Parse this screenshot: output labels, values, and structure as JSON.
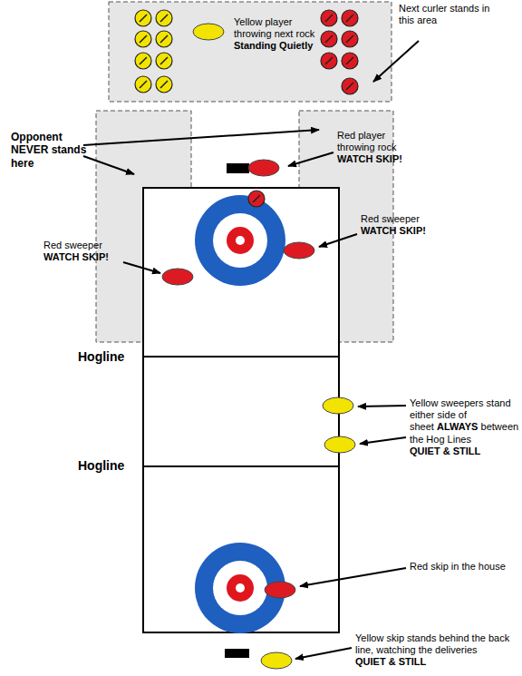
{
  "diagram": {
    "nodes": [
      {
        "text": [
          "Yellow player throwing next rock",
          "Standing Quietly"
        ]
      }
    ],
    "labels": [
      "Next curler stands in this area",
      "Opponent NEVER stands here",
      "Red player throwing rock",
      "WATCH SKIP!",
      "Red sweeper",
      "WATCH SKIP!",
      "Red sweeper",
      "WATCH SKIP!",
      "Hogline",
      "Hogline",
      "Yellow sweepers stand either side of sheet",
      "ALWAYS",
      "between the Hog Lines",
      "QUIET & STILL",
      "Red skip in the house",
      "Yellow skip stands behind the back line, watching the deliveries",
      "QUIET & STILL"
    ]
  }
}
